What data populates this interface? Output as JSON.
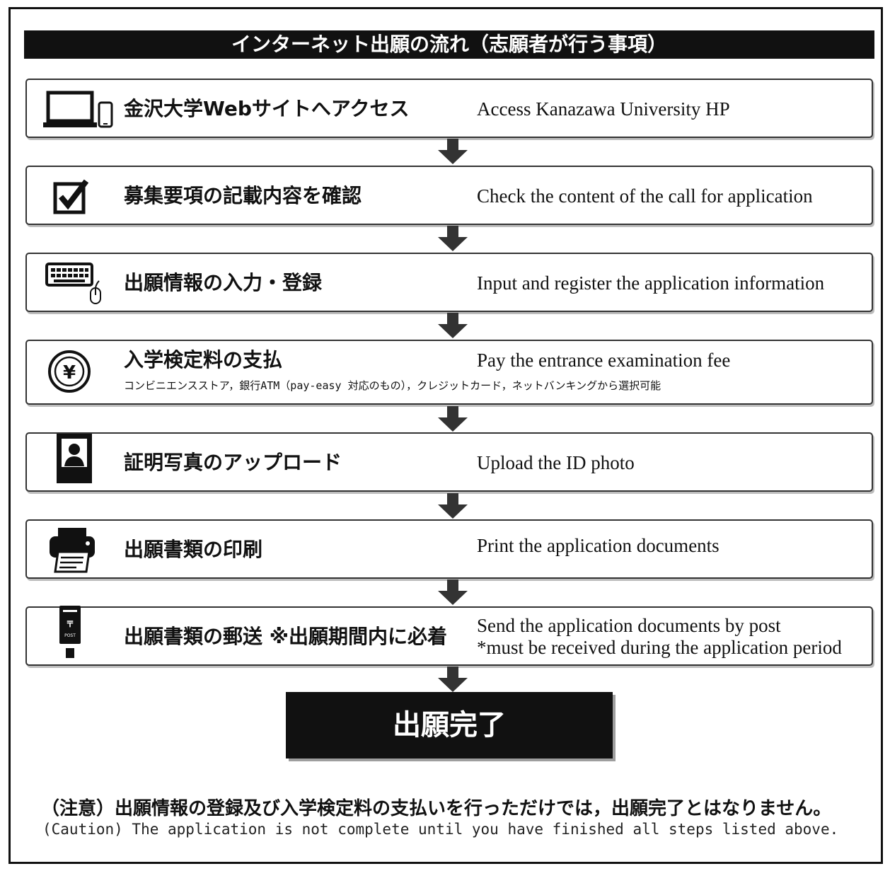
{
  "header": {
    "title": "インターネット出願の流れ（志願者が行う事項）"
  },
  "steps": [
    {
      "icon": "laptop-phone-icon",
      "jp": "金沢大学Webサイトへアクセス",
      "en": "Access Kanazawa University HP"
    },
    {
      "icon": "checkbox-icon",
      "jp": "募集要項の記載内容を確認",
      "en": "Check the content of the call for application"
    },
    {
      "icon": "keyboard-mouse-icon",
      "jp": "出願情報の入力・登録",
      "en": "Input and register the application information"
    },
    {
      "icon": "yen-coin-icon",
      "jp": "入学検定料の支払",
      "en": "Pay the entrance examination fee",
      "note": "コンビニエンスストア，銀行ATM（pay-easy 対応のもの），クレジットカード，ネットバンキングから選択可能"
    },
    {
      "icon": "id-photo-icon",
      "jp": "証明写真のアップロード",
      "en": "Upload the ID photo"
    },
    {
      "icon": "printer-icon",
      "jp": "出願書類の印刷",
      "en": "Print the application documents"
    },
    {
      "icon": "post-box-icon",
      "jp": "出願書類の郵送 ※出願期間内に必着",
      "en_line1": "Send the application documents by post",
      "en_line2": "*must be received during the application period"
    }
  ],
  "complete": {
    "label": "出願完了"
  },
  "caution": {
    "jp": "（注意）出願情報の登録及び入学検定料の支払いを行っただけでは，出願完了とはなりません。",
    "en": "(Caution) The application is not complete until you have finished all steps listed above."
  }
}
